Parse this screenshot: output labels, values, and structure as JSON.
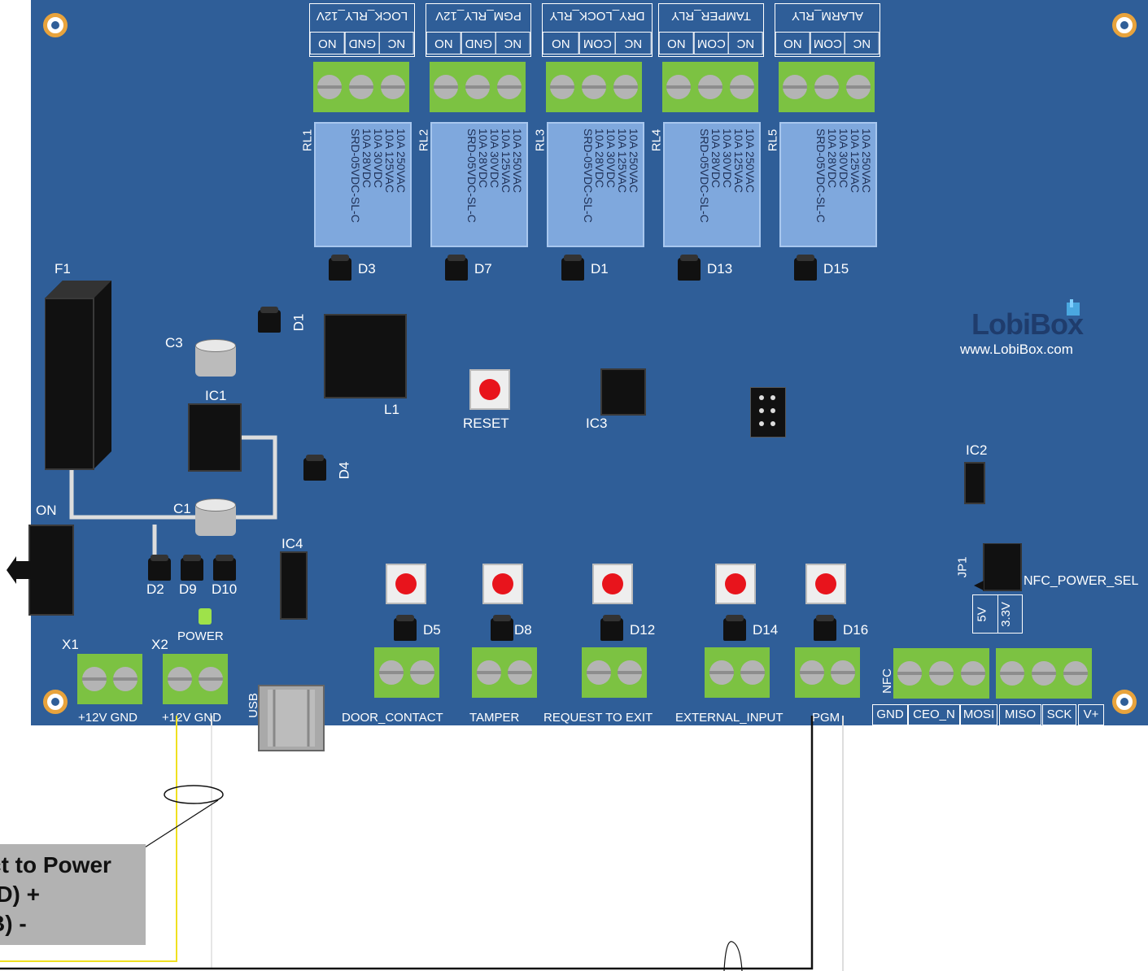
{
  "relays": [
    {
      "id": "rl1",
      "label": "RL1",
      "header": "LOCK_RLY_12V",
      "pins": [
        "NO",
        "GND",
        "NC"
      ],
      "led": "D3"
    },
    {
      "id": "rl2",
      "label": "RL2",
      "header": "PGM_RLY_12V",
      "pins": [
        "NO",
        "GND",
        "NC"
      ],
      "led": "D7"
    },
    {
      "id": "rl3",
      "label": "RL3",
      "header": "DRY_LOCK_RLY",
      "pins": [
        "NO",
        "COM",
        "NC"
      ],
      "led": "D1"
    },
    {
      "id": "rl4",
      "label": "RL4",
      "header": "TAMPER_RLY",
      "pins": [
        "NO",
        "COM",
        "NC"
      ],
      "led": "D13"
    },
    {
      "id": "rl5",
      "label": "RL5",
      "header": "ALARM_RLY",
      "pins": [
        "NO",
        "COM",
        "NC"
      ],
      "led": "D15"
    }
  ],
  "relay_spec": [
    "10A 250VAC",
    "10A 125VAC",
    "10A   30VDC",
    "10A   28VDC",
    "SRD-05VDC-SL-C"
  ],
  "components": {
    "f1": "F1",
    "c3": "C3",
    "ic1": "IC1",
    "c1": "C1",
    "d1": "D1",
    "l1": "L1",
    "d4": "D4",
    "on": "ON",
    "ic4": "IC4",
    "d2": "D2",
    "d9": "D9",
    "d10": "D10",
    "power": "POWER",
    "x1": "X1",
    "x2": "X2",
    "usb": "USB",
    "reset": "RESET",
    "ic3": "IC3",
    "ic2": "IC2",
    "jp1": "JP1",
    "nfc_power_sel": "NFC_POWER_SEL",
    "jp_5v": "5V",
    "jp_33v": "3.3V",
    "nfc": "NFC"
  },
  "input_leds": [
    "D5",
    "D8",
    "D12",
    "D14",
    "D16"
  ],
  "bottom_labels": {
    "x1": "+12V GND",
    "x2": "+12V GND",
    "door_contact": "DOOR_CONTACT",
    "tamper": "TAMPER",
    "request_to_exit": "REQUEST TO EXIT",
    "external_input": "EXTERNAL_INPUT",
    "pgm": "PGM"
  },
  "nfc_pins": [
    "GND",
    "CEO_N",
    "MOSI",
    "MISO",
    "SCK",
    "V+"
  ],
  "brand": {
    "logo": "LobiBox",
    "url": "www.LobiBox.com"
  },
  "callout": {
    "lines": [
      "ct to Power",
      "(D) +",
      "B) -"
    ]
  },
  "colors": {
    "board": "#2f5e98",
    "terminal": "#7cc242",
    "relay": "#7fa8dd",
    "wire_yellow": "#f0e020",
    "callout_bg": "#b2b2b2"
  }
}
